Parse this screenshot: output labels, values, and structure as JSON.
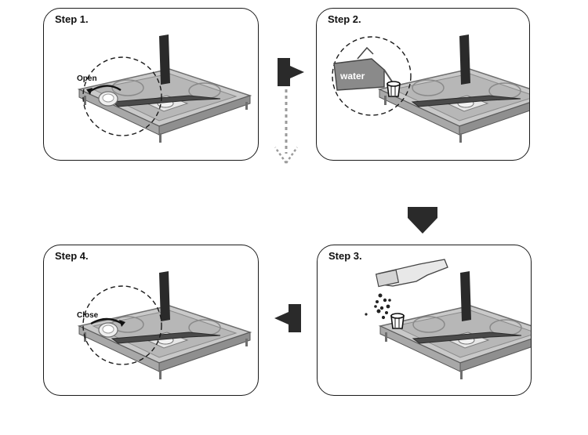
{
  "steps": [
    {
      "title": "Step 1.",
      "label": "Open"
    },
    {
      "title": "Step 2.",
      "label": "water"
    },
    {
      "title": "Step 3."
    },
    {
      "title": "Step 4.",
      "label": "Close"
    }
  ],
  "colors": {
    "border": "#1a1a1a",
    "tray_light": "#c9c9c9",
    "tray_mid": "#a8a8a8",
    "tray_dark": "#6e6e6e",
    "arm": "#4a4a4a",
    "arrow": "#2a2a2a",
    "dotted": "#9a9a9a"
  }
}
